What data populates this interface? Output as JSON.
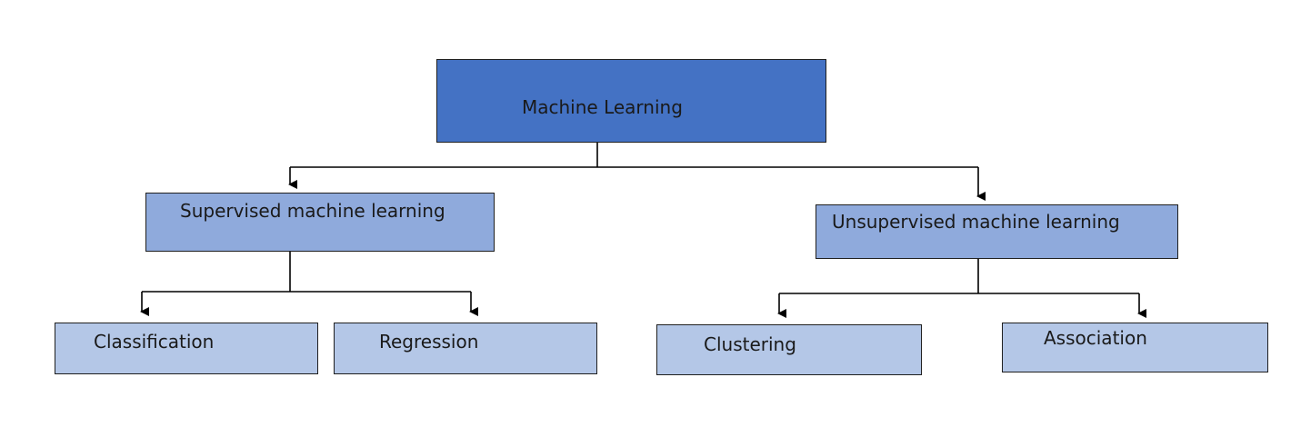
{
  "diagram": {
    "root": {
      "label": "Machine Learning"
    },
    "supervised": {
      "label": "Supervised machine learning"
    },
    "unsupervised": {
      "label": "Unsupervised machine learning"
    },
    "classification": {
      "label": "Classification"
    },
    "regression": {
      "label": "Regression"
    },
    "clustering": {
      "label": "Clustering"
    },
    "association": {
      "label": "Association"
    }
  },
  "colors": {
    "root_fill": "#4472c4",
    "mid_fill": "#8faadc",
    "leaf_fill": "#b4c7e7",
    "line": "#000000"
  }
}
